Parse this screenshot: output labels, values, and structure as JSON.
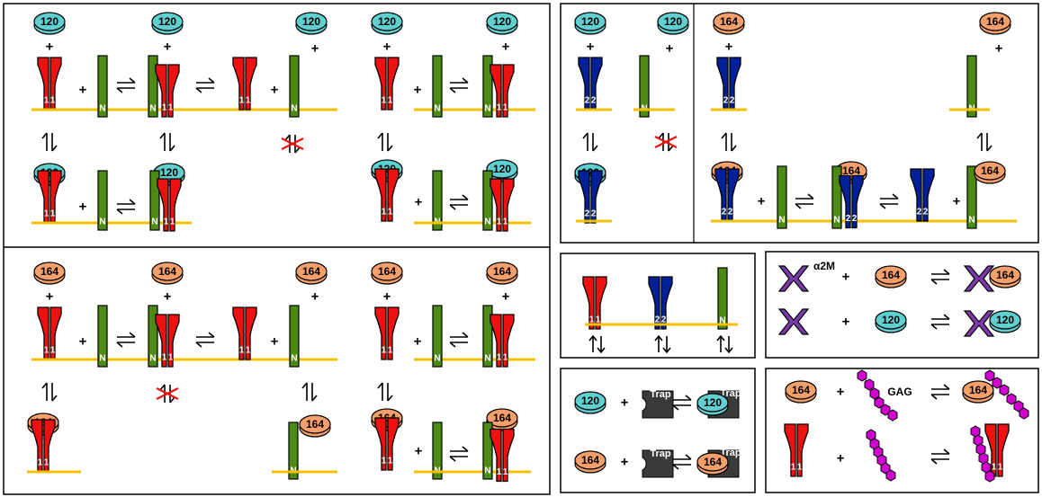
{
  "ligands": {
    "vegf120": "120",
    "vegf164": "164"
  },
  "receptors": {
    "vegfr1": "1",
    "vegfr2": "2",
    "nrp1": "N"
  },
  "symbols": {
    "plus": "+"
  },
  "scavengers": {
    "alpha2m": "α2M",
    "trap": "Trap",
    "gag": "GAG"
  },
  "colors": {
    "vegf120": "#5fcfcf",
    "vegf164": "#f5a06a",
    "vegfr1": "#ee1111",
    "vegfr2": "#00209a",
    "nrp1": "#4c8a14",
    "membrane": "#f5c000",
    "alpha2m": "#7a3aa8",
    "trap": "#3a3a3a",
    "gag": "#d100d1",
    "blocked": "#ee1111"
  }
}
